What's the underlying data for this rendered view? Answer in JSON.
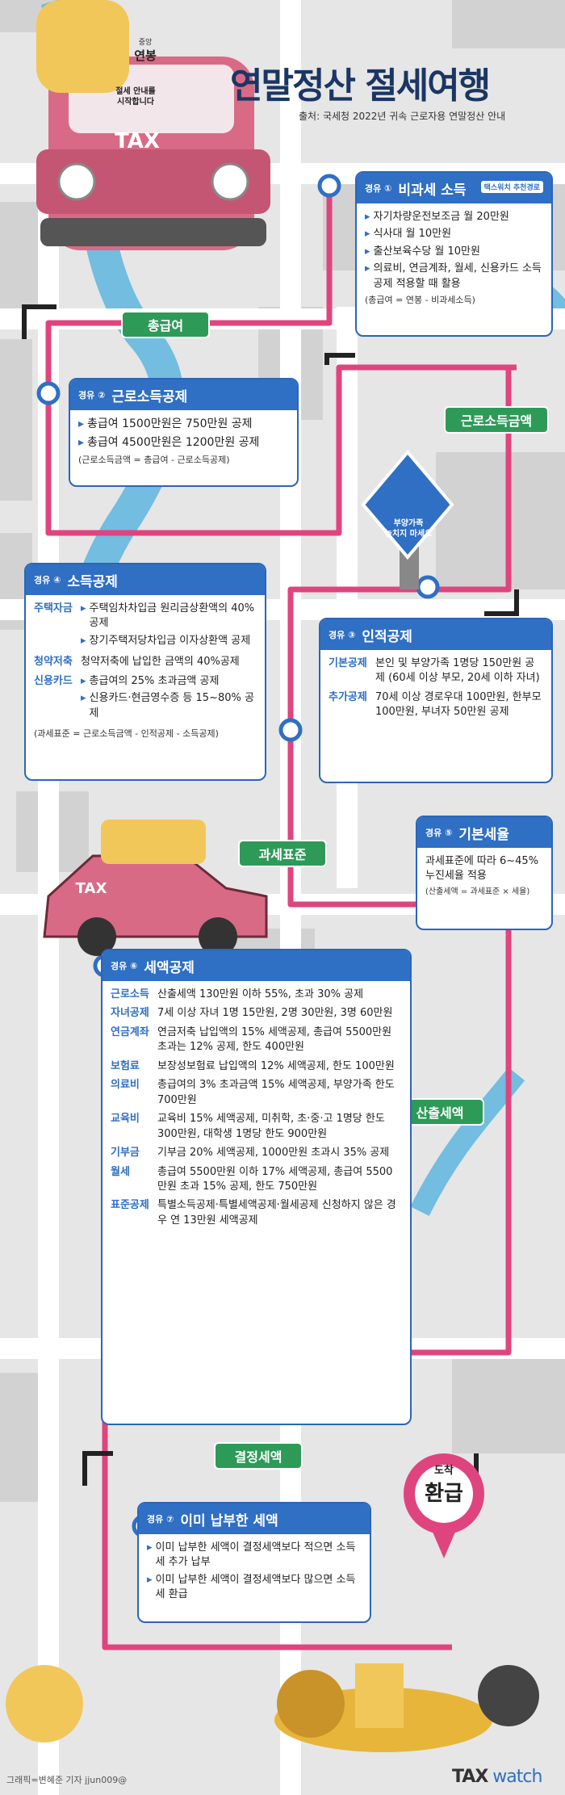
{
  "header": {
    "title": "연말정산 절세여행",
    "source": "출처: 국세청 2022년 귀속 근로자용 연말정산 안내"
  },
  "car": {
    "hat_small": "중앙",
    "hat_big": "연봉",
    "bubble_line1": "절세 안내를",
    "bubble_line2": "시작합니다",
    "plate": "TAX",
    "plate2": "TAX"
  },
  "route": {
    "line_color": "#e0447f",
    "road_color": "#ffffff",
    "river_color": "#72bde0"
  },
  "stages": {
    "total_pay": "총급여",
    "earned_income": "근로소득금액",
    "tax_base": "과세표준",
    "computed_tax": "산출세액",
    "determined_tax": "결정세액"
  },
  "sign": {
    "line1": "부양가족",
    "line2": "놓치지 마세요"
  },
  "cards": {
    "c1": {
      "tag": "경유 ①",
      "name": "비과세 소득",
      "pill": "택스워치 추천경로",
      "items": [
        "자기차량운전보조금 월 20만원",
        "식사대 월 10만원",
        "출산보육수당 월 10만원",
        "의료비, 연금계좌, 월세, 신용카드 소득공제 적용할 때 활용"
      ],
      "note": "(총급여 = 연봉 - 비과세소득)"
    },
    "c2": {
      "tag": "경유 ②",
      "name": "근로소득공제",
      "items": [
        "총급여 1500만원은 750만원 공제",
        "총급여 4500만원은 1200만원 공제"
      ],
      "note": "(근로소득금액 = 총급여 - 근로소득공제)"
    },
    "c3": {
      "tag": "경유 ③",
      "name": "인적공제",
      "rows": [
        {
          "label": "기본공제",
          "text": "본인 및 부양가족 1명당 150만원 공제 (60세 이상 부모, 20세 이하 자녀)"
        },
        {
          "label": "추가공제",
          "text": "70세 이상 경로우대 100만원, 한부모 100만원, 부녀자 50만원 공제"
        }
      ]
    },
    "c4": {
      "tag": "경유 ④",
      "name": "소득공제",
      "housing_label": "주택자금",
      "housing_1": "주택임차차입금 원리금상환액의 40% 공제",
      "housing_2": "장기주택저당차입금 이자상환액 공제",
      "savings_label": "청약저축",
      "savings_text": "청약저축에 납입한 금액의 40%공제",
      "card_label": "신용카드",
      "card_1": "총급여의 25% 초과금액 공제",
      "card_2": "신용카드·현금영수증 등 15~80% 공제",
      "note": "(과세표준 = 근로소득금액 - 인적공제 - 소득공제)"
    },
    "c5": {
      "tag": "경유 ⑤",
      "name": "기본세율",
      "text": "과세표준에 따라 6~45% 누진세율 적용",
      "note": "(산출세액 = 과세표준 × 세율)"
    },
    "c6": {
      "tag": "경유 ⑥",
      "name": "세액공제",
      "rows": [
        {
          "label": "근로소득",
          "text": "산출세액 130만원 이하 55%, 초과 30% 공제"
        },
        {
          "label": "자녀공제",
          "text": "7세 이상 자녀 1명 15만원, 2명 30만원, 3명 60만원"
        },
        {
          "label": "연금계좌",
          "text": "연금저축 납입액의 15% 세액공제, 총급여 5500만원 초과는 12% 공제, 한도 400만원"
        },
        {
          "label": "보험료",
          "text": "보장성보험료 납입액의 12% 세액공제, 한도 100만원"
        },
        {
          "label": "의료비",
          "text": "총급여의 3% 초과금액 15% 세액공제, 부양가족 한도 700만원"
        },
        {
          "label": "교육비",
          "text": "교육비 15% 세액공제, 미취학, 초·중·고 1명당 한도 300만원, 대학생 1명당 한도 900만원"
        },
        {
          "label": "기부금",
          "text": "기부금 20% 세액공제, 1000만원 초과시 35% 공제"
        },
        {
          "label": "월세",
          "text": "총급여 5500만원 이하 17% 세액공제, 총급여 5500만원 초과 15% 공제, 한도 750만원"
        },
        {
          "label": "표준공제",
          "text": "특별소득공제·특별세액공제·월세공제 신청하지 않은 경우 연 13만원 세액공제"
        }
      ]
    },
    "c7": {
      "tag": "경유 ⑦",
      "name": "이미 납부한 세액",
      "items": [
        "이미 납부한 세액이 결정세액보다 적으면 소득세 추가 납부",
        "이미 납부한 세액이 결정세액보다 많으면 소득세 환급"
      ]
    }
  },
  "destination": {
    "small": "도착",
    "big": "환급"
  },
  "footer": {
    "credit": "그래픽=변혜준 기자 jjun009@",
    "logo_a": "TAX",
    "logo_b": " watch"
  }
}
